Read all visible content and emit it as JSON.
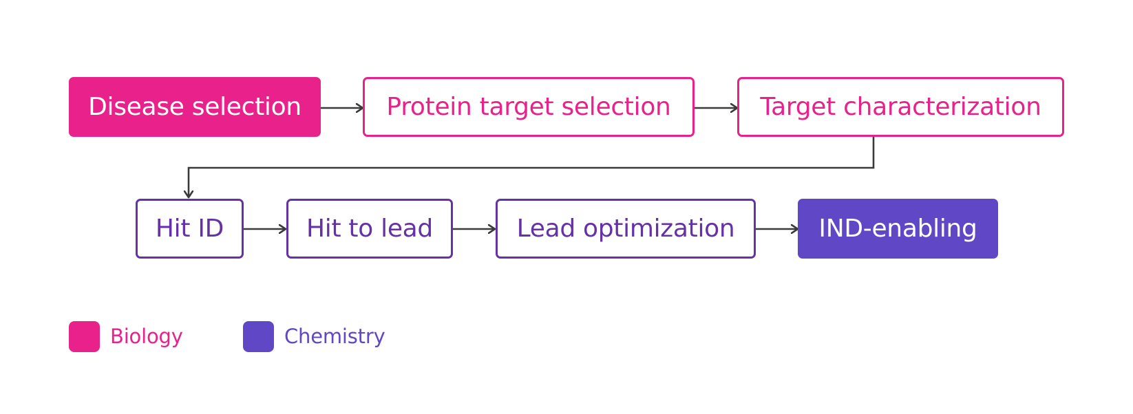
{
  "colors": {
    "biology": "#e8228a",
    "chemistry_outline": "#6431a6",
    "chemistry_fill": "#6047c6",
    "connector": "#3a3a3a"
  },
  "nodes": {
    "disease_selection": "Disease selection",
    "protein_target_selection": "Protein target selection",
    "target_characterization": "Target characterization",
    "hit_id": "Hit ID",
    "hit_to_lead": "Hit to lead",
    "lead_optimization": "Lead optimization",
    "ind_enabling": "IND-enabling"
  },
  "legend": {
    "biology": "Biology",
    "chemistry": "Chemistry"
  }
}
